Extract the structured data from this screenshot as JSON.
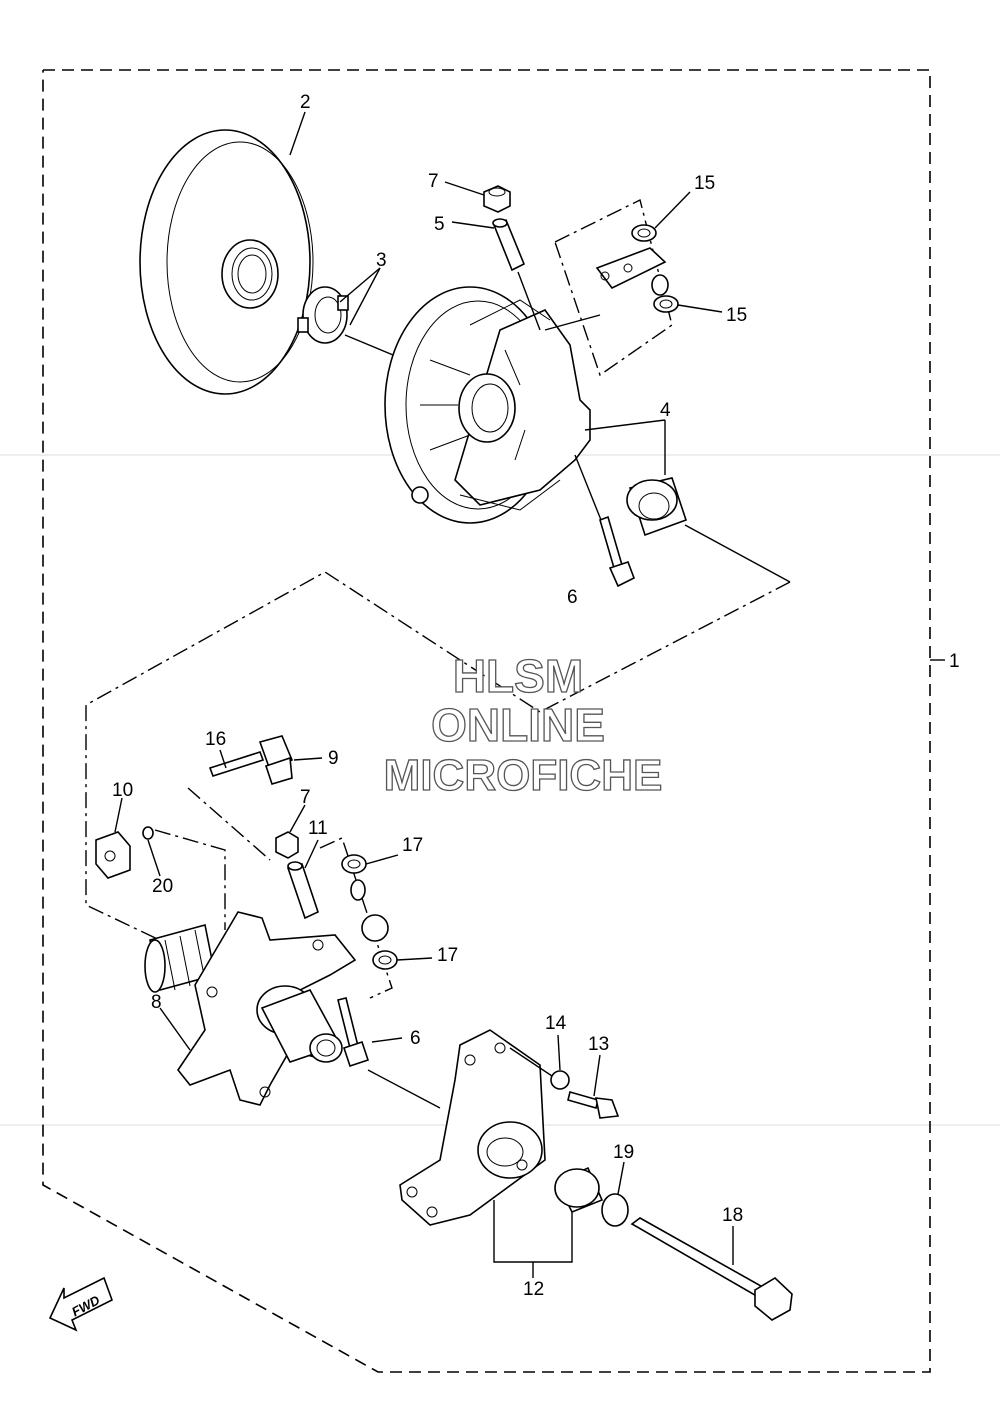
{
  "callouts": {
    "c1": "1",
    "c2": "2",
    "c3": "3",
    "c4": "4",
    "c5": "5",
    "c6a": "6",
    "c6b": "6",
    "c7a": "7",
    "c7b": "7",
    "c8": "8",
    "c9": "9",
    "c10": "10",
    "c11": "11",
    "c12": "12",
    "c13": "13",
    "c14": "14",
    "c15a": "15",
    "c15b": "15",
    "c16": "16",
    "c17a": "17",
    "c17b": "17",
    "c18": "18",
    "c19": "19",
    "c20": "20"
  },
  "watermark": {
    "line1": "HLSM",
    "line2": "ONLINE",
    "line3": "MICROFICHE"
  },
  "fwd_label": "FWD"
}
